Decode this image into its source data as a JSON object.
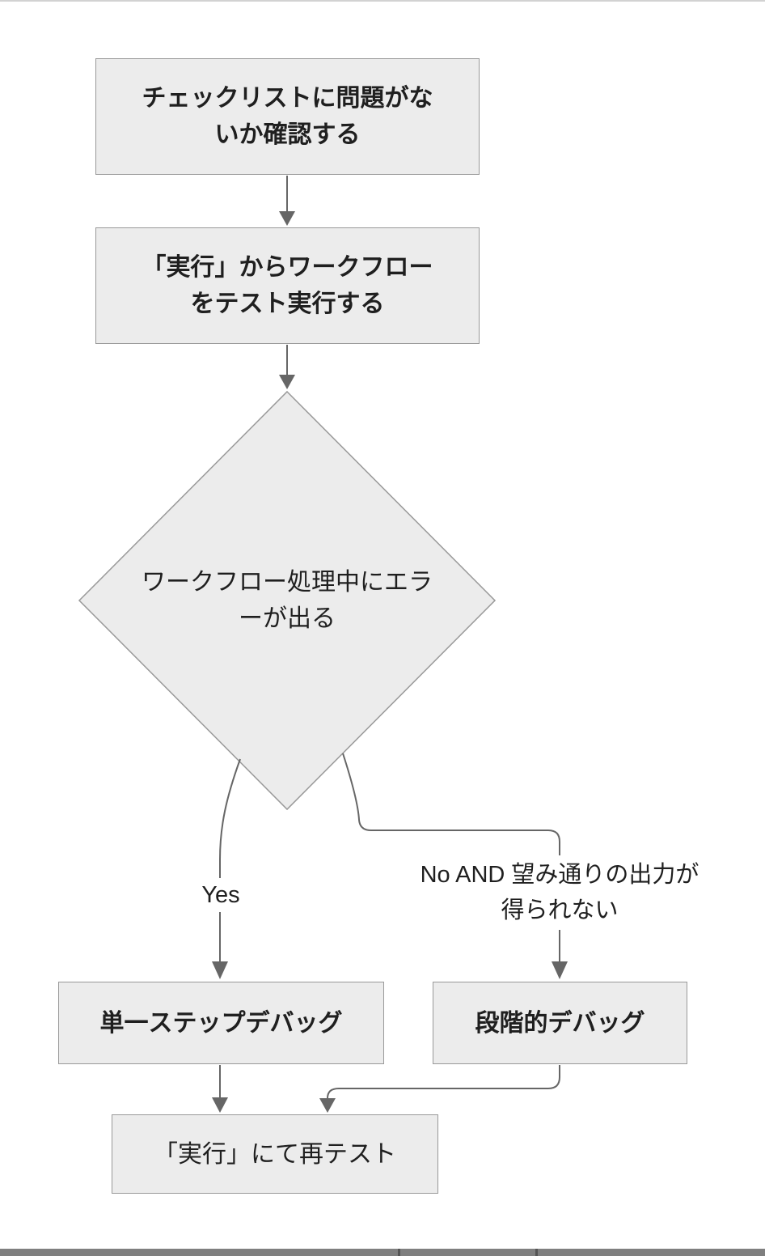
{
  "colors": {
    "node_fill": "#ececec",
    "node_border": "#999999",
    "line_color": "#666666",
    "text_color": "#1f1f1f",
    "canvas_bg": "#ffffff",
    "top_hairline": "#d2d2d2",
    "bottom_bar": "#7f7f7f",
    "bottom_tick": "#555555"
  },
  "nodes": {
    "check": {
      "full": "チェックリストに問題がないか確認する",
      "lines": [
        "チェックリストに問題がな",
        "いか確認する"
      ]
    },
    "run_test": {
      "full": "「実行」からワークフローをテスト実行する",
      "lines": [
        "「実行」からワークフロー",
        "をテスト実行する"
      ]
    },
    "decision": {
      "full": "ワークフロー処理中にエラーが出る",
      "lines": [
        "ワークフロー処理中にエラ",
        "ーが出る"
      ]
    },
    "single_step": {
      "full": "単一ステップデバッグ",
      "lines": [
        "単一ステップデバッグ"
      ]
    },
    "staged": {
      "full": "段階的デバッグ",
      "lines": [
        "段階的デバッグ"
      ]
    },
    "retest": {
      "full": "「実行」にて再テスト",
      "lines": [
        "「実行」にて再テスト"
      ]
    }
  },
  "edge_labels": {
    "yes": "Yes",
    "no_full": "No AND 望み通りの出力が得られない",
    "no_lines": [
      "No AND 望み通りの出力が",
      "得られない"
    ]
  }
}
